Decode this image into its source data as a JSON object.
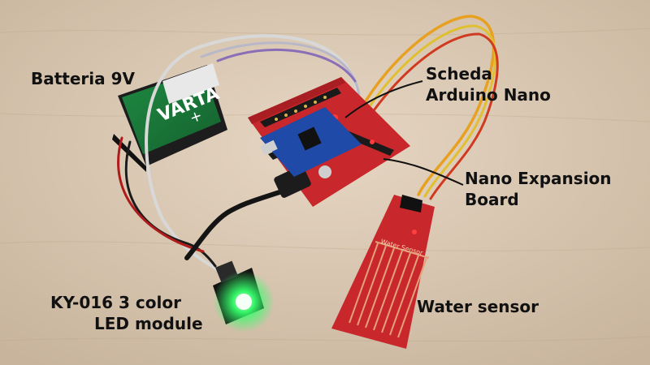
{
  "labels": {
    "battery": "Batteria 9V",
    "arduino_line1": "Scheda",
    "arduino_line2": "Arduino Nano",
    "expansion_line1": "Nano Expansion",
    "expansion_line2": "Board",
    "led_line1": "KY-016 3 color",
    "led_line2": "LED module",
    "water_sensor": "Water sensor"
  },
  "printed": {
    "battery_brand": "VARTA",
    "sensor_silk": "Water Sensor"
  },
  "colors": {
    "tabletop": "#d9c7b2",
    "pcb": "#c8282c",
    "battery_case": "#1d1d1d",
    "battery_label": "#1b7a3a",
    "led_glow": "#35ff6a"
  }
}
